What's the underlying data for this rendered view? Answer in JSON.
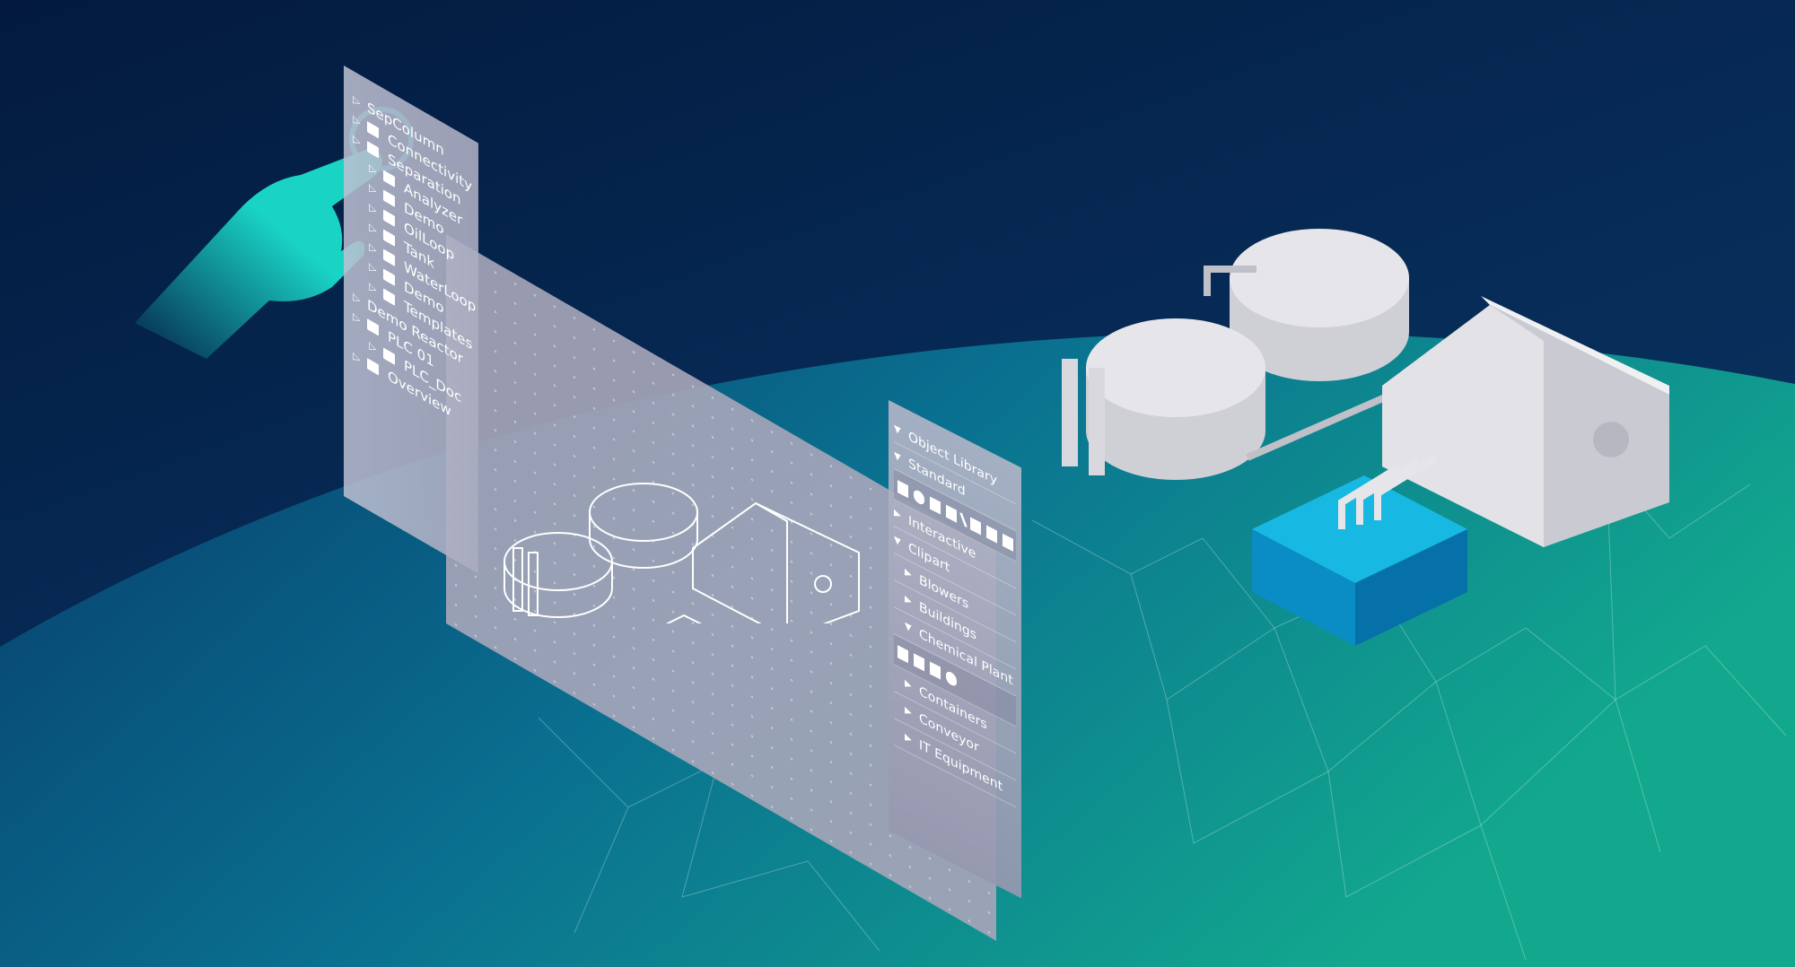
{
  "tree": {
    "items": [
      {
        "label": "SepColumn",
        "level": 0,
        "folder": false
      },
      {
        "label": "Connectivity",
        "level": 0,
        "folder": true
      },
      {
        "label": "Separation",
        "level": 0,
        "folder": true
      },
      {
        "label": "Analyzer",
        "level": 1,
        "folder": true
      },
      {
        "label": "Demo",
        "level": 1,
        "folder": true
      },
      {
        "label": "OilLoop",
        "level": 1,
        "folder": true
      },
      {
        "label": "Tank",
        "level": 1,
        "folder": true
      },
      {
        "label": "WaterLoop",
        "level": 1,
        "folder": true
      },
      {
        "label": "Demo",
        "level": 1,
        "folder": true
      },
      {
        "label": "Templates",
        "level": 1,
        "folder": true
      },
      {
        "label": "Demo Reactor",
        "level": 0,
        "folder": false
      },
      {
        "label": "PLC 01",
        "level": 0,
        "folder": true
      },
      {
        "label": "PLC_Doc",
        "level": 1,
        "folder": true
      },
      {
        "label": "Overview",
        "level": 0,
        "folder": true
      }
    ]
  },
  "library": {
    "title": "Object Library",
    "items": [
      {
        "label": "Standard",
        "expanded": true,
        "sub": false
      },
      {
        "icons": [
          "square",
          "circle",
          "text",
          "arc",
          "line",
          "rect",
          "plus",
          "corner"
        ]
      },
      {
        "label": "Interactive",
        "expanded": false,
        "sub": false
      },
      {
        "label": "Clipart",
        "expanded": true,
        "sub": false
      },
      {
        "label": "Blowers",
        "expanded": false,
        "sub": true
      },
      {
        "label": "Buildings",
        "expanded": false,
        "sub": true
      },
      {
        "label": "Chemical Plant",
        "expanded": true,
        "sub": true
      },
      {
        "icons": [
          "tank",
          "silo",
          "factory",
          "capsule"
        ]
      },
      {
        "label": "Containers",
        "expanded": false,
        "sub": true
      },
      {
        "label": "Conveyor",
        "expanded": false,
        "sub": true
      },
      {
        "label": "IT Equipment",
        "expanded": false,
        "sub": true
      }
    ]
  },
  "colors": {
    "accent": "#19d3c5",
    "background": "#041c40",
    "globe": "#0a8f96",
    "water": "#0aa6d6"
  }
}
